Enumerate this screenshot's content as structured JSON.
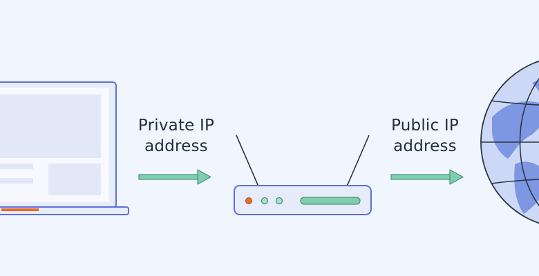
{
  "labels": {
    "private": {
      "line1": "Private IP",
      "line2": "address"
    },
    "public": {
      "line1": "Public IP",
      "line2": "address"
    }
  },
  "nodes": [
    {
      "name": "laptop",
      "icon": "laptop-icon"
    },
    {
      "name": "router",
      "icon": "router-icon"
    },
    {
      "name": "internet",
      "icon": "globe-icon"
    }
  ],
  "colors": {
    "background": "#f1f5fe",
    "outline": "#5f6fd6",
    "device_fill": "#e7ecfb",
    "laptop_screen": "#f7f9fe",
    "laptop_panel": "#e3e8f7",
    "arrow": "#7ecfae",
    "arrow_stroke": "#4b8e78",
    "led_orange": "#e86a2b",
    "led_green": "#a4e4c8",
    "globe_ocean": "#cdd8f6",
    "globe_land": "#7e97e2"
  }
}
